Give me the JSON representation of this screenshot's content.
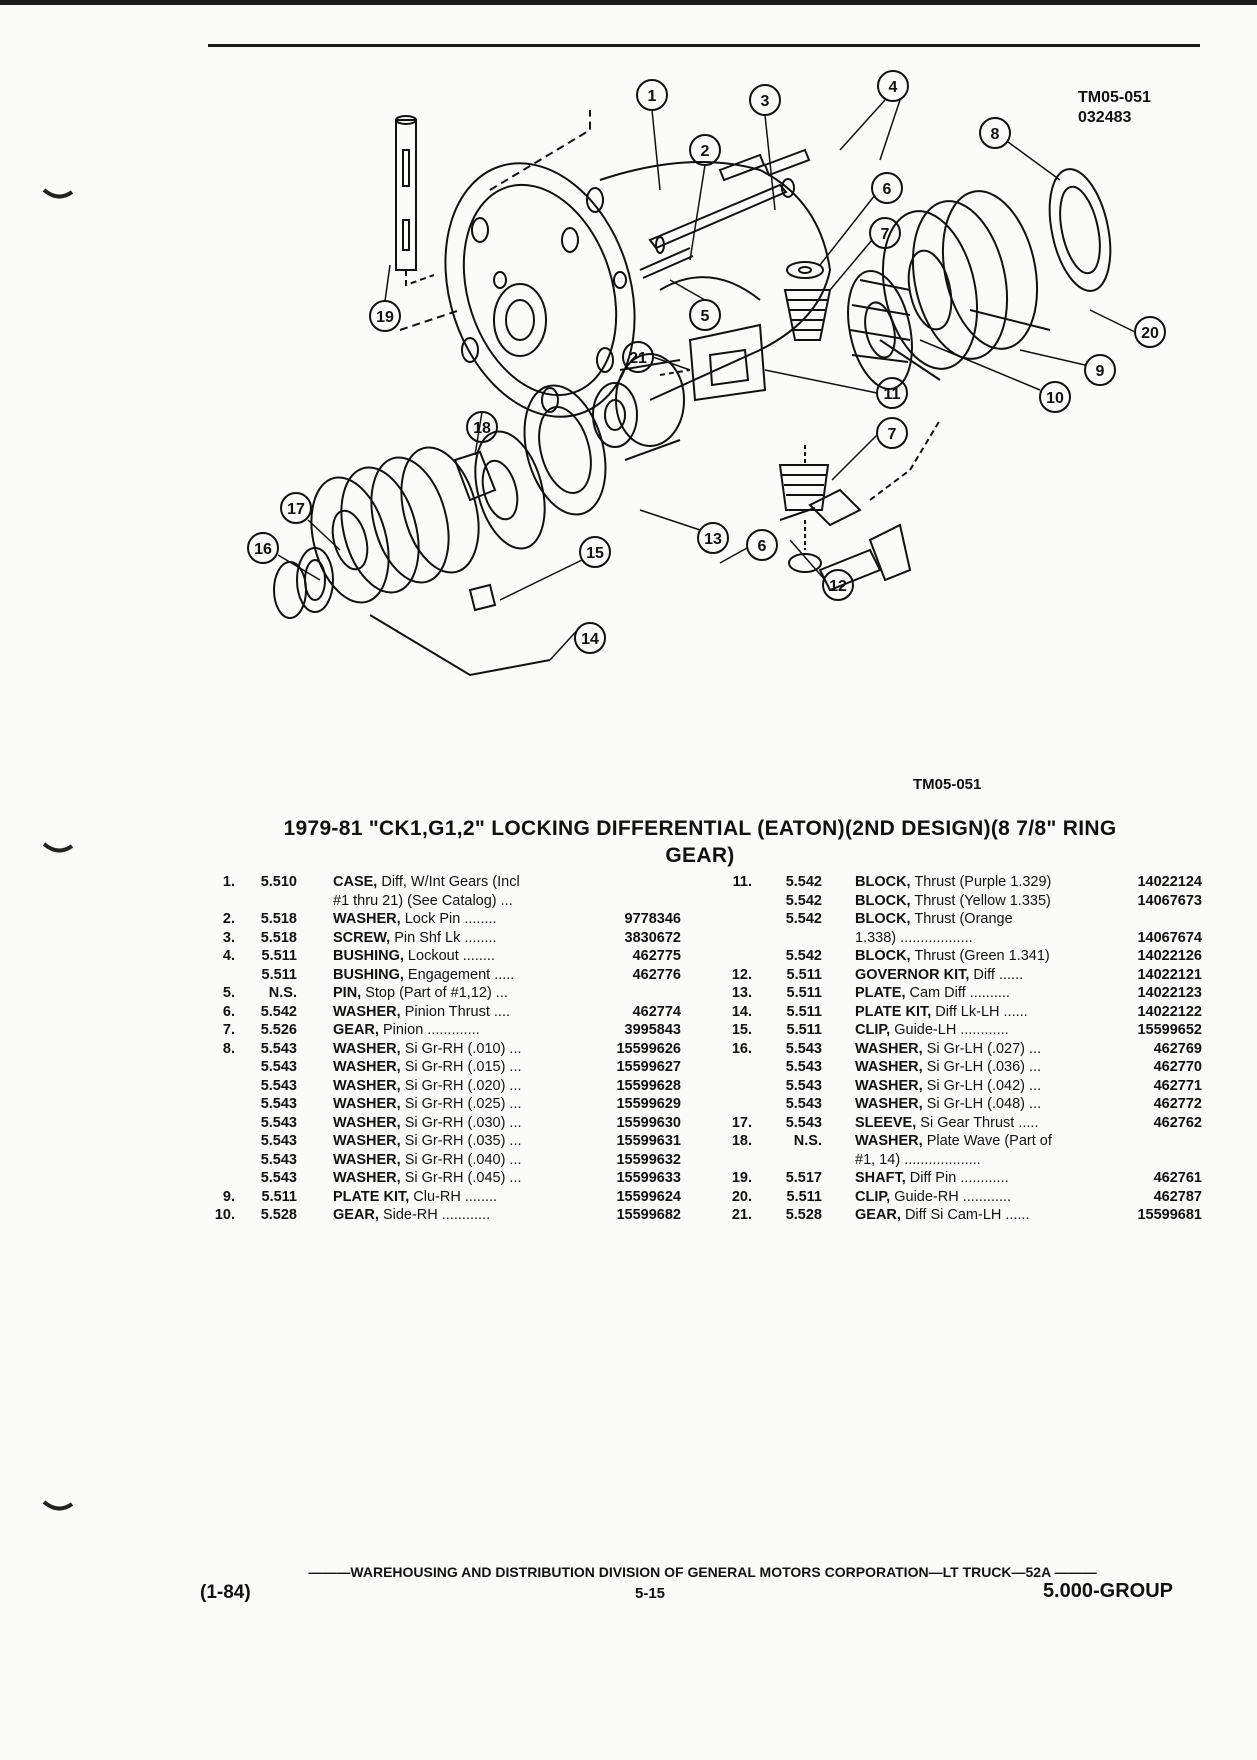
{
  "diagram": {
    "ref_top": [
      "TM05-051",
      "032483"
    ],
    "ref_bottom": "TM05-051",
    "callouts": [
      "1",
      "2",
      "3",
      "4",
      "5",
      "6",
      "7",
      "8",
      "9",
      "10",
      "11",
      "7",
      "12",
      "13",
      "6",
      "14",
      "15",
      "16",
      "17",
      "18",
      "19",
      "20",
      "21"
    ]
  },
  "title_line1": "1979-81 \"CK1,G1,2\" LOCKING DIFFERENTIAL (EATON)(2ND DESIGN)(8 7/8\" RING",
  "title_line2": "GEAR)",
  "parts_left": [
    {
      "num": "1.",
      "grp": "5.510",
      "name": "CASE,",
      "desc": " Diff, W/Int Gears (Incl",
      "pn": ""
    },
    {
      "num": "",
      "grp": "",
      "name": "",
      "desc": "#1 thru 21) (See Catalog) ...",
      "pn": ""
    },
    {
      "num": "2.",
      "grp": "5.518",
      "name": "WASHER,",
      "desc": " Lock Pin ........",
      "pn": "9778346"
    },
    {
      "num": "3.",
      "grp": "5.518",
      "name": "SCREW,",
      "desc": " Pin Shf Lk ........",
      "pn": "3830672"
    },
    {
      "num": "4.",
      "grp": "5.511",
      "name": "BUSHING,",
      "desc": " Lockout ........",
      "pn": "462775"
    },
    {
      "num": "",
      "grp": "5.511",
      "name": "BUSHING,",
      "desc": " Engagement .....",
      "pn": "462776"
    },
    {
      "num": "5.",
      "grp": "N.S.",
      "name": "PIN,",
      "desc": " Stop (Part of #1,12) ...",
      "pn": ""
    },
    {
      "num": "6.",
      "grp": "5.542",
      "name": "WASHER,",
      "desc": " Pinion Thrust ....",
      "pn": "462774"
    },
    {
      "num": "7.",
      "grp": "5.526",
      "name": "GEAR,",
      "desc": " Pinion .............",
      "pn": "3995843"
    },
    {
      "num": "8.",
      "grp": "5.543",
      "name": "WASHER,",
      "desc": " Si Gr-RH (.010) ...",
      "pn": "15599626"
    },
    {
      "num": "",
      "grp": "5.543",
      "name": "WASHER,",
      "desc": " Si Gr-RH (.015) ...",
      "pn": "15599627"
    },
    {
      "num": "",
      "grp": "5.543",
      "name": "WASHER,",
      "desc": " Si Gr-RH (.020) ...",
      "pn": "15599628"
    },
    {
      "num": "",
      "grp": "5.543",
      "name": "WASHER,",
      "desc": " Si Gr-RH (.025) ...",
      "pn": "15599629"
    },
    {
      "num": "",
      "grp": "5.543",
      "name": "WASHER,",
      "desc": " Si Gr-RH (.030) ...",
      "pn": "15599630"
    },
    {
      "num": "",
      "grp": "5.543",
      "name": "WASHER,",
      "desc": " Si Gr-RH (.035) ...",
      "pn": "15599631"
    },
    {
      "num": "",
      "grp": "5.543",
      "name": "WASHER,",
      "desc": " Si Gr-RH (.040) ...",
      "pn": "15599632"
    },
    {
      "num": "",
      "grp": "5.543",
      "name": "WASHER,",
      "desc": " Si Gr-RH (.045) ...",
      "pn": "15599633"
    },
    {
      "num": "9.",
      "grp": "5.511",
      "name": "PLATE KIT,",
      "desc": " Clu-RH ........",
      "pn": "15599624"
    },
    {
      "num": "10.",
      "grp": "5.528",
      "name": "GEAR,",
      "desc": " Side-RH ............",
      "pn": "15599682"
    }
  ],
  "parts_right": [
    {
      "num": "11.",
      "grp": "5.542",
      "name": "BLOCK,",
      "desc": " Thrust (Purple 1.329)",
      "pn": "14022124"
    },
    {
      "num": "",
      "grp": "5.542",
      "name": "BLOCK,",
      "desc": " Thrust (Yellow 1.335)",
      "pn": "14067673"
    },
    {
      "num": "",
      "grp": "5.542",
      "name": "BLOCK,",
      "desc": " Thrust (Orange",
      "pn": ""
    },
    {
      "num": "",
      "grp": "",
      "name": "",
      "desc": "1.338) ..................",
      "pn": "14067674"
    },
    {
      "num": "",
      "grp": "5.542",
      "name": "BLOCK,",
      "desc": " Thrust (Green 1.341)",
      "pn": "14022126"
    },
    {
      "num": "12.",
      "grp": "5.511",
      "name": "GOVERNOR KIT,",
      "desc": " Diff ......",
      "pn": "14022121"
    },
    {
      "num": "13.",
      "grp": "5.511",
      "name": "PLATE,",
      "desc": " Cam Diff ..........",
      "pn": "14022123"
    },
    {
      "num": "14.",
      "grp": "5.511",
      "name": "PLATE KIT,",
      "desc": " Diff Lk-LH ......",
      "pn": "14022122"
    },
    {
      "num": "15.",
      "grp": "5.511",
      "name": "CLIP,",
      "desc": " Guide-LH ............",
      "pn": "15599652"
    },
    {
      "num": "16.",
      "grp": "5.543",
      "name": "WASHER,",
      "desc": " Si Gr-LH (.027) ...",
      "pn": "462769"
    },
    {
      "num": "",
      "grp": "5.543",
      "name": "WASHER,",
      "desc": " Si Gr-LH (.036) ...",
      "pn": "462770"
    },
    {
      "num": "",
      "grp": "5.543",
      "name": "WASHER,",
      "desc": " Si Gr-LH (.042) ...",
      "pn": "462771"
    },
    {
      "num": "",
      "grp": "5.543",
      "name": "WASHER,",
      "desc": " Si Gr-LH (.048) ...",
      "pn": "462772"
    },
    {
      "num": "17.",
      "grp": "5.543",
      "name": "SLEEVE,",
      "desc": " Si Gear Thrust .....",
      "pn": "462762"
    },
    {
      "num": "18.",
      "grp": "N.S.",
      "name": "WASHER,",
      "desc": " Plate Wave (Part of",
      "pn": ""
    },
    {
      "num": "",
      "grp": "",
      "name": "",
      "desc": "#1, 14) ...................",
      "pn": ""
    },
    {
      "num": "19.",
      "grp": "5.517",
      "name": "SHAFT,",
      "desc": " Diff Pin ............",
      "pn": "462761"
    },
    {
      "num": "20.",
      "grp": "5.511",
      "name": "CLIP,",
      "desc": " Guide-RH ............",
      "pn": "462787"
    },
    {
      "num": "21.",
      "grp": "5.528",
      "name": "GEAR,",
      "desc": " Diff Si Cam-LH ......",
      "pn": "15599681"
    }
  ],
  "footer": {
    "division_line": "———WAREHOUSING AND DISTRIBUTION DIVISION OF GENERAL MOTORS CORPORATION—LT TRUCK—52A ———",
    "date": "(1-84)",
    "page": "5-15",
    "group": "5.000-GROUP"
  }
}
